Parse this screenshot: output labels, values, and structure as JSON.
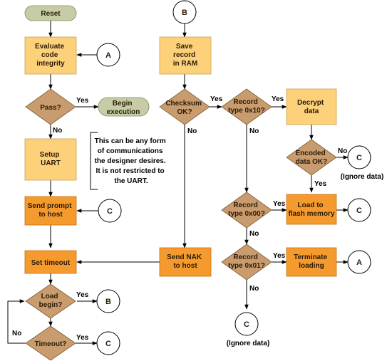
{
  "colors": {
    "process_light": "#fcd17a",
    "process_dark": "#f59b2e",
    "decision": "#c89c6e",
    "terminal": "#c6cda6",
    "connector": "#ffffff"
  },
  "nodes": {
    "reset": [
      "Reset"
    ],
    "evaluate": [
      "Evaluate",
      "code",
      "integrity"
    ],
    "pass": [
      "Pass?"
    ],
    "begin_exec": [
      "Begin",
      "execution"
    ],
    "setup_uart": [
      "Setup",
      "UART"
    ],
    "send_prompt": [
      "Send prompt",
      "to host"
    ],
    "set_timeout": [
      "Set timeout"
    ],
    "load_begin": [
      "Load",
      "begin?"
    ],
    "timeout": [
      "Timeout?"
    ],
    "save_record": [
      "Save",
      "record",
      "in RAM"
    ],
    "checksum": [
      "Checksum",
      "OK?"
    ],
    "send_nak": [
      "Send NAK",
      "to host"
    ],
    "rt10": [
      "Record",
      "type 0x10?"
    ],
    "decrypt": [
      "Decrypt",
      "data"
    ],
    "encoded": [
      "Encoded",
      "data OK?"
    ],
    "rt00": [
      "Record",
      "type 0x00?"
    ],
    "load_flash": [
      "Load to",
      "flash memory"
    ],
    "rt01": [
      "Record",
      "type 0x01?"
    ],
    "terminate": [
      "Terminate",
      "loading"
    ]
  },
  "connectors": {
    "a_top": "A",
    "b_top": "B",
    "c_prompt": "C",
    "b_load": "B",
    "c_timeout": "C",
    "c_encoded": "C",
    "c_flash": "C",
    "a_term": "A",
    "c_bottom": "C"
  },
  "edge_labels": {
    "pass_yes": "Yes",
    "pass_no": "No",
    "load_yes": "Yes",
    "timeout_yes": "Yes",
    "timeout_no": "No",
    "checksum_yes": "Yes",
    "checksum_no": "No",
    "rt10_yes": "Yes",
    "rt10_no": "No",
    "encoded_no": "No",
    "encoded_yes": "Yes",
    "rt00_yes": "Yes",
    "rt00_no": "No",
    "rt01_yes": "Yes",
    "rt01_no": "No"
  },
  "notes": {
    "uart_note": [
      "This can be any form",
      "of communications",
      "the designer desires.",
      "It is not restricted to",
      "the UART."
    ],
    "ignore_encoded": "(Ignore data)",
    "ignore_bottom": "(Ignore data)"
  }
}
